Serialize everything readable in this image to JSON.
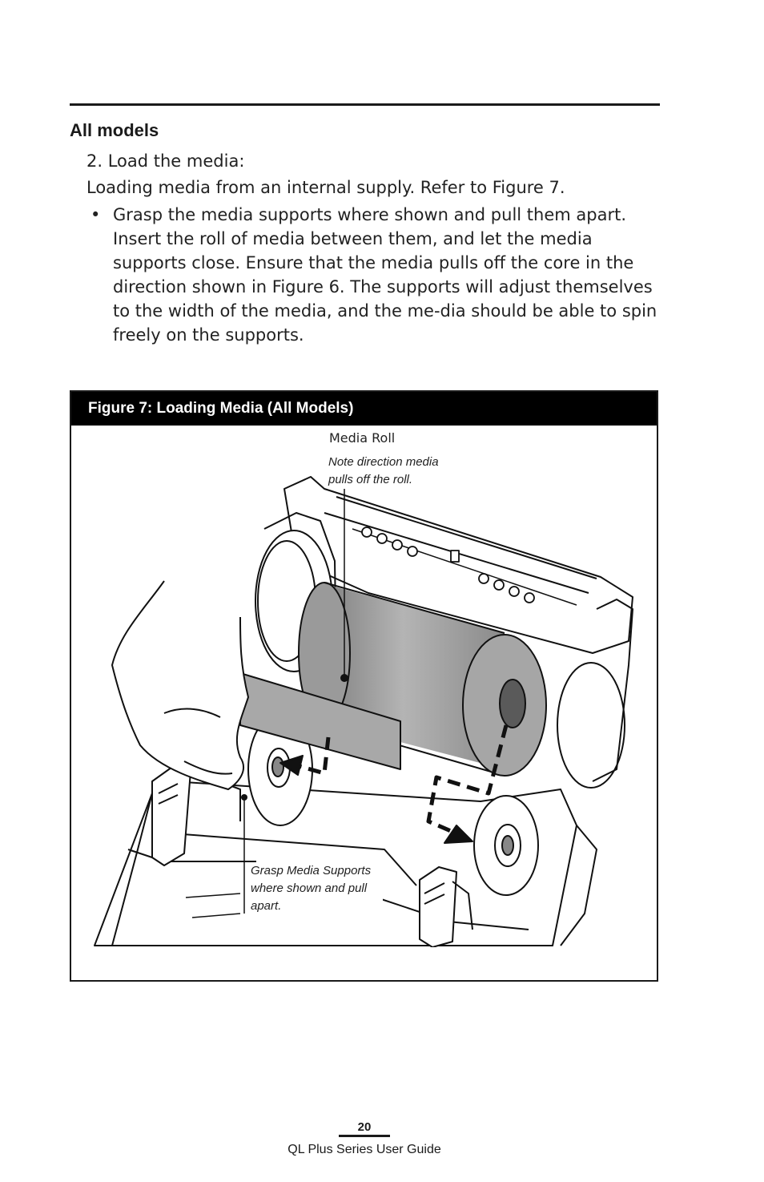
{
  "section": {
    "heading": "All models"
  },
  "step": {
    "text": "2. Load the media:"
  },
  "intro": {
    "text": "Loading media from an internal supply. Refer to Figure 7."
  },
  "bullets": [
    {
      "mark": "•",
      "text": "Grasp the media supports where shown and pull them apart.  Insert the roll of media between them, and let the media supports close.  Ensure that the media pulls off the core in the direction shown in Figure 6.  The supports will adjust themselves to the width of the media, and the me-dia should be able to spin freely on the supports."
    }
  ],
  "figure": {
    "caption": "Figure 7: Loading Media (All Models)",
    "callouts": {
      "media_roll": "Media Roll",
      "direction_note": "Note direction media pulls off the roll.",
      "grasp_note": "Grasp Media Supports where shown and pull apart."
    }
  },
  "footer": {
    "page_number": "20",
    "title": "QL Plus Series User Guide"
  }
}
